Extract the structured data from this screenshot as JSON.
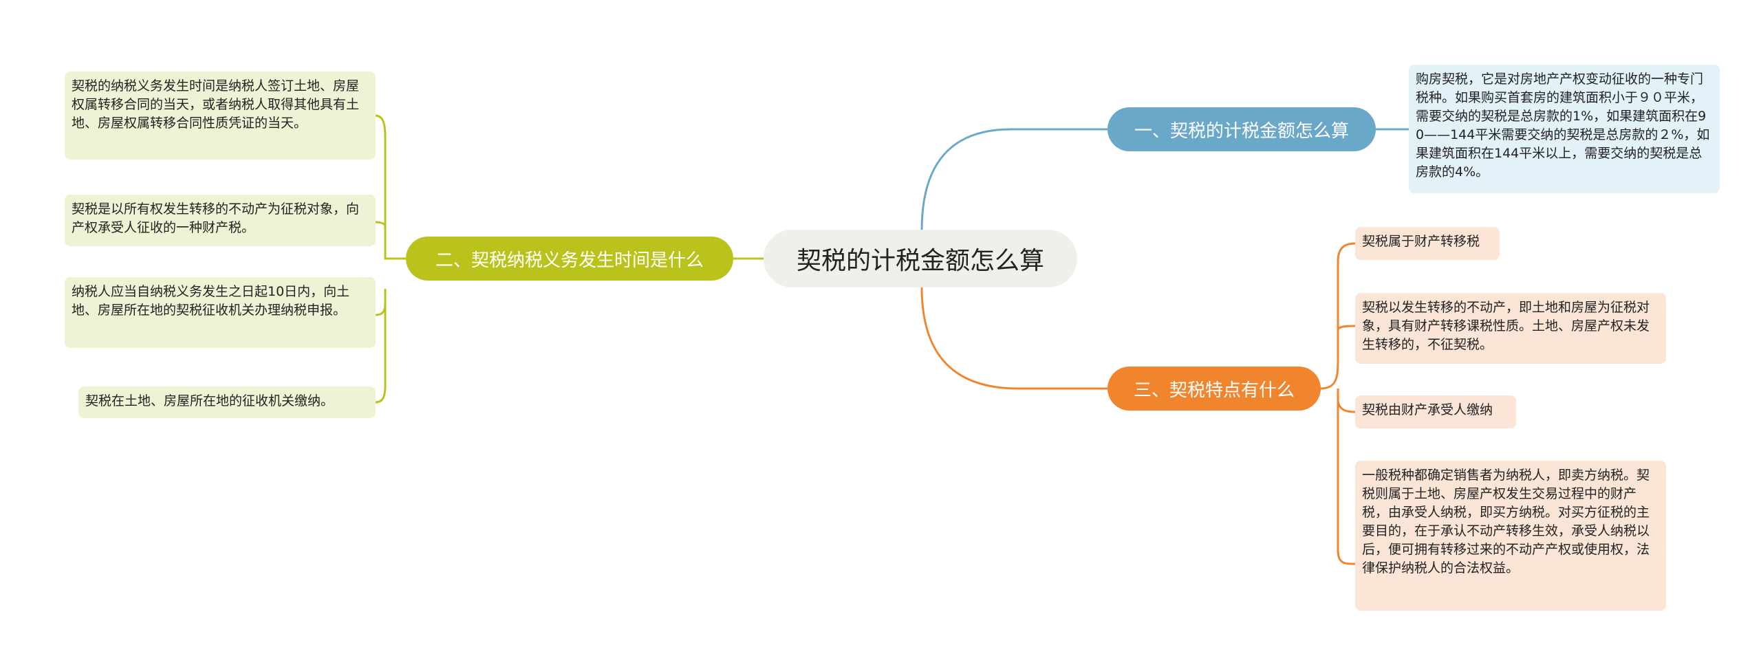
{
  "root": {
    "label": "契税的计税金额怎么算"
  },
  "colors": {
    "branch1": "#6aa8c9",
    "branch2": "#b9c31b",
    "branch3": "#f0852e"
  },
  "branches": [
    {
      "label": "一、契税的计税金额怎么算",
      "leaves": [
        "购房契税，它是对房地产产权变动征收的一种专门税种。如果购买首套房的建筑面积小于９０平米，需要交纳的契税是总房款的1%，如果建筑面积在90——144平米需要交纳的契税是总房款的２%，如果建筑面积在144平米以上，需要交纳的契税是总房款的4%。"
      ]
    },
    {
      "label": "二、契税纳税义务发生时间是什么",
      "leaves": [
        "契税的纳税义务发生时间是纳税人签订土地、房屋权属转移合同的当天，或者纳税人取得其他具有土地、房屋权属转移合同性质凭证的当天。",
        "契税是以所有权发生转移的不动产为征税对象，向产权承受人征收的一种财产税。",
        "纳税人应当自纳税义务发生之日起10日内，向土地、房屋所在地的契税征收机关办理纳税申报。",
        "契税在土地、房屋所在地的征收机关缴纳。"
      ]
    },
    {
      "label": "三、契税特点有什么",
      "leaves": [
        "契税属于财产转移税",
        "契税以发生转移的不动产，即土地和房屋为征税对象，具有财产转移课税性质。土地、房屋产权未发生转移的，不征契税。",
        "契税由财产承受人缴纳",
        "一般税种都确定销售者为纳税人，即卖方纳税。契税则属于土地、房屋产权发生交易过程中的财产税，由承受人纳税，即买方纳税。对买方征税的主要目的，在于承认不动产转移生效，承受人纳税以后，便可拥有转移过来的不动产产权或使用权，法律保护纳税人的合法权益。"
      ]
    }
  ]
}
